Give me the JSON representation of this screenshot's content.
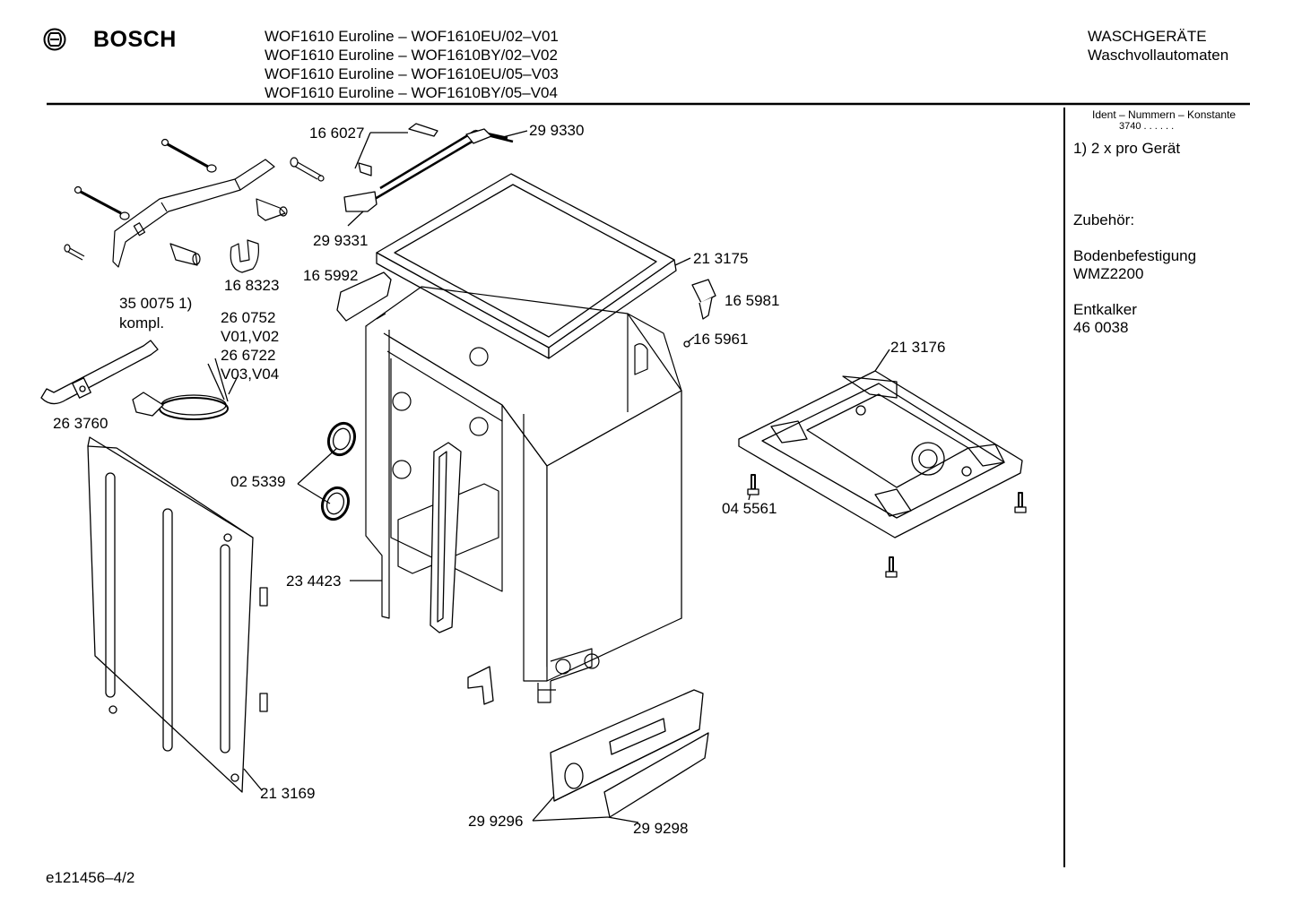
{
  "header": {
    "brand": "BOSCH",
    "models": [
      "WOF1610 Euroline – WOF1610EU/02–V01",
      "WOF1610 Euroline – WOF1610BY/02–V02",
      "WOF1610 Euroline – WOF1610EU/05–V03",
      "WOF1610 Euroline – WOF1610BY/05–V04"
    ],
    "category": "WASCHGERÄTE",
    "subcategory": "Waschvollautomaten"
  },
  "sidebar": {
    "ident_title": "Ident – Nummern – Konstante",
    "ident_value": "3740  . .    . . . .",
    "note": "1) 2 x pro Gerät",
    "accessories_title": "Zubehör:",
    "accessory1_name": "Bodenbefestigung",
    "accessory1_code": "WMZ2200",
    "accessory2_name": "Entkalker",
    "accessory2_code": "46 0038"
  },
  "parts": {
    "p166027": "16 6027",
    "p299330": "29 9330",
    "p299331": "29 9331",
    "p168323": "16 8323",
    "p350075": "35 0075 1)",
    "p350075b": "kompl.",
    "p260752": "26 0752",
    "p260752b": "V01,V02",
    "p266722": "26 6722",
    "p266722b": "V03,V04",
    "p263760": "26 3760",
    "p165992": "16 5992",
    "p213175": "21 3175",
    "p165981": "16 5981",
    "p165961": "16 5961",
    "p213176": "21 3176",
    "p025339": "02 5339",
    "p045561": "04 5561",
    "p234423": "23 4423",
    "p213169": "21 3169",
    "p299296": "29 9296",
    "p299298": "29 9298"
  },
  "footer": {
    "doc_id": "e121456–4/2"
  }
}
